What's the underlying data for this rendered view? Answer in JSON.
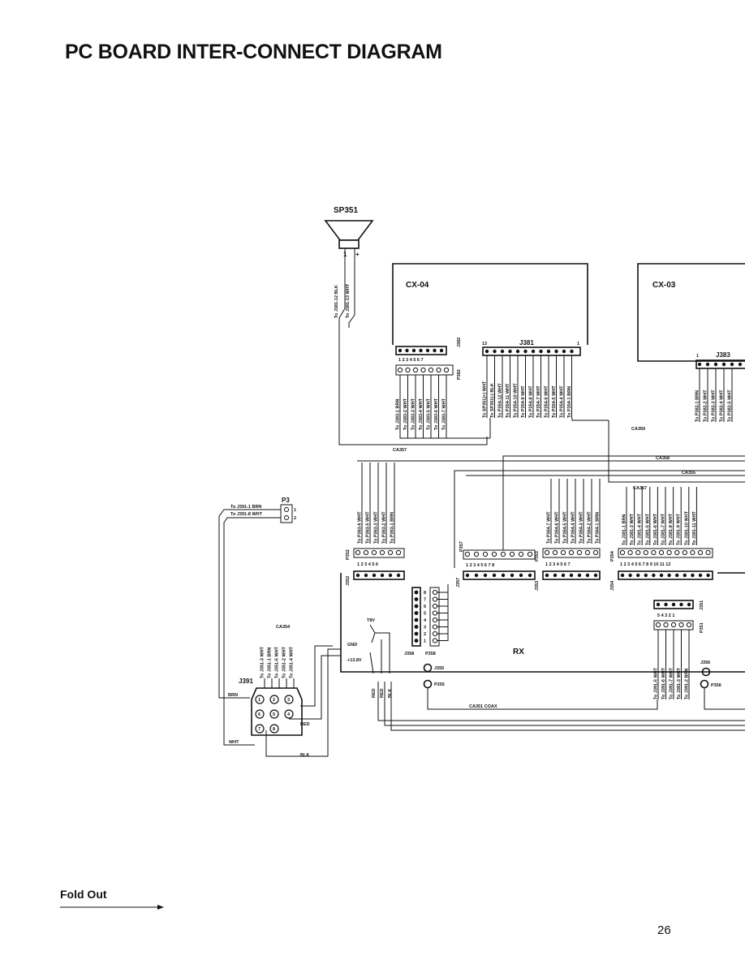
{
  "page": {
    "title": "PC BOARD INTER-CONNECT DIAGRAM",
    "page_number": "26",
    "fold_out": "Fold Out"
  },
  "components": {
    "speaker": "SP351",
    "board_cx04": "CX-04",
    "board_cx03": "CX-03",
    "rx": "RX",
    "p3": "P3",
    "j391": "J391"
  },
  "connectors": {
    "j382": "J382",
    "p382": "P382",
    "j381": "J381",
    "j383": "J383",
    "p352": "P352",
    "j352": "J352",
    "p357": "P357",
    "j357": "J357",
    "p353": "P353",
    "j353": "J353",
    "p354": "P354",
    "j354": "J354",
    "j351": "J351",
    "p351": "P351",
    "j356": "J356",
    "p356": "P356",
    "j355": "J355",
    "p355": "P355",
    "j358": "J358",
    "p358": "P358"
  },
  "cables": {
    "ca357": "CA357",
    "ca359": "CA359",
    "ca358": "CA358",
    "ca355": "CA355",
    "ca354": "CA354",
    "ca351": "CA351  COAX"
  },
  "power": {
    "t8v": "T8V",
    "gnd": "GND",
    "plus138v": "+13.8V"
  },
  "colors": {
    "brn": "BRN",
    "wht": "WHT",
    "red": "RED",
    "blk": "BLK"
  },
  "wires": {
    "speaker": [
      "To J381-12 BLK",
      "To J381-13 WHT"
    ],
    "p382": [
      "To J383-1 BRN",
      "To J383-2 WHT",
      "To J383-3 WHT",
      "To J383-4 WHT",
      "To J383-5 WHT",
      "To J383-6 WHT",
      "To J383-7 WHT"
    ],
    "j381": [
      "To SP351(+) WHT",
      "To SP351(-) BLK",
      "To P354-12 WHT",
      "To P354-11 WHT",
      "To P354-10 WHT",
      "To P354-9 WHT",
      "To P354-8 WHT",
      "To P354-7 WHT",
      "To P354-6 WHT",
      "To P354-5 WHT",
      "To P354-4 WHT",
      "To P354-1 BRN"
    ],
    "j383": [
      "To P382-1 BRN",
      "To P382-2 WHT",
      "To P382-3 WHT",
      "To P382-4 WHT",
      "To P382-5 WHT"
    ],
    "p3": [
      "To J391-1 BRN",
      "To J391-8 WHT"
    ],
    "p352": [
      "To P363-6 WHT",
      "To P363-5 WHT",
      "To P363-3 WHT",
      "To P363-2 WHT",
      "To P363-1 BRN"
    ],
    "p353": [
      "To P364-7 WHT",
      "To P364-6 WHT",
      "To P364-5 WHT",
      "To P364-4 WHT",
      "To P364-3 WHT",
      "To P364-2 WHT",
      "To P364-1 BRN"
    ],
    "p354": [
      "To J381-1 BRN",
      "To J381-3 WHT",
      "To J381-4 WHT",
      "To J381-5 WHT",
      "To J381-6 WHT",
      "To J381-7 WHT",
      "To J381-8 WHT",
      "To J381-9 WHT",
      "To J381-10 WHT",
      "To J381-11 WHT"
    ],
    "j391": [
      "To J351-3 WHT",
      "To J351-1 BRN",
      "To J351-5 WHT",
      "To J351-2 WHT",
      "To J351-4 WHT"
    ],
    "p351": [
      "To J391-5 WHT",
      "To J391-6 WHT",
      "To J391-7 WHT",
      "To J391-3 WHT",
      "To J391-2 BRN"
    ]
  }
}
